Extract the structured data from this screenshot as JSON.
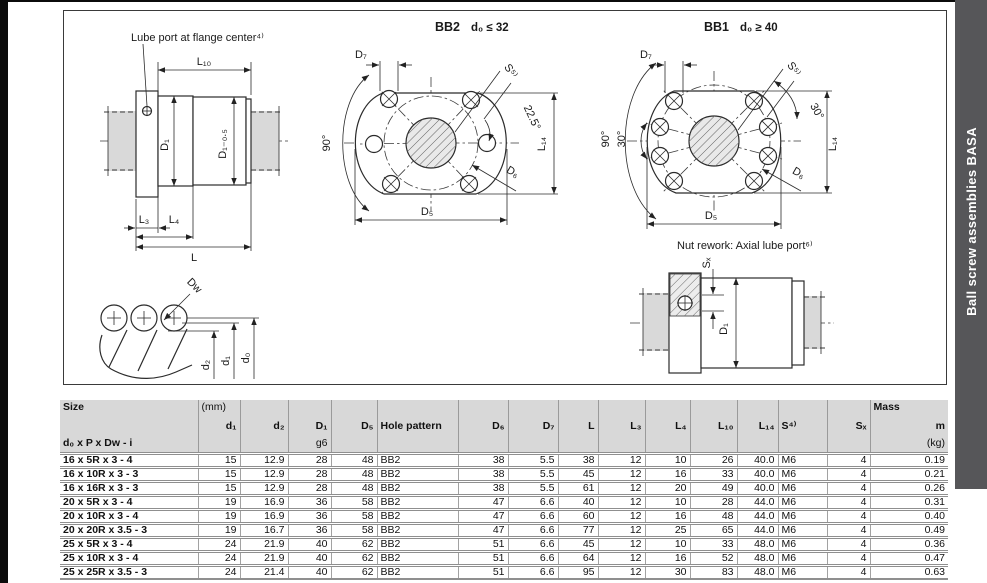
{
  "page": {
    "sidebar_label": "Ball screw assemblies BASA"
  },
  "colors": {
    "sidebar_bg": "#565659",
    "table_header_bg": "#d8d8d8",
    "shaft_fill": "#d9d9d9"
  },
  "drawings": {
    "side_view": {
      "callout": "Lube port at flange center⁴⁾",
      "l10": "L₁₀",
      "d1": "D₁",
      "d1_tol": "D₁₋₀.₅",
      "l3": "L₃",
      "l4": "L₄",
      "l": "L"
    },
    "bb2": {
      "title": "BB2",
      "condition": "d₀ ≤ 32",
      "d7": "D₇",
      "s": "S⁵⁾",
      "angle_225": "22.5°",
      "angle_90": "90°",
      "l14": "L₁₄",
      "d6": "D₆",
      "d5": "D₅"
    },
    "bb1": {
      "title": "BB1",
      "condition": "d₀ ≥ 40",
      "d7": "D₇",
      "s": "S⁵⁾",
      "angle_30_right": "30°",
      "angle_90": "90°",
      "angle_30_left": "30°",
      "l14": "L₁₄",
      "d6": "D₆",
      "d5": "D₅"
    },
    "nut_rework": {
      "caption": "Nut rework: Axial lube port⁶⁾",
      "sx": "Sₓ",
      "d1": "D₁"
    },
    "screw": {
      "dw": "Dw",
      "d2": "d₂",
      "d1": "d₁",
      "d0": "d₀"
    }
  },
  "table": {
    "header": {
      "size": "Size",
      "unit": "(mm)",
      "mass": "Mass",
      "size_sub": "d₀ x P x Dw - i",
      "d1_fit": "g6",
      "mass_unit": "(kg)",
      "columns": [
        "d₁",
        "d₂",
        "D₁",
        "D₅",
        "Hole pattern",
        "D₆",
        "D₇",
        "L",
        "L₃",
        "L₄",
        "L₁₀",
        "L₁₄",
        "S⁴⁾",
        "Sₓ",
        "m"
      ]
    },
    "rows": [
      [
        "16 x 5R x 3 - 4",
        "15",
        "12.9",
        "28",
        "48",
        "BB2",
        "38",
        "5.5",
        "38",
        "12",
        "10",
        "26",
        "40.0",
        "M6",
        "4",
        "0.19"
      ],
      [
        "16 x 10R x 3 - 3",
        "15",
        "12.9",
        "28",
        "48",
        "BB2",
        "38",
        "5.5",
        "45",
        "12",
        "16",
        "33",
        "40.0",
        "M6",
        "4",
        "0.21"
      ],
      [
        "16 x 16R x 3 - 3",
        "15",
        "12.9",
        "28",
        "48",
        "BB2",
        "38",
        "5.5",
        "61",
        "12",
        "20",
        "49",
        "40.0",
        "M6",
        "4",
        "0.26"
      ],
      [
        "20 x 5R x 3 - 4",
        "19",
        "16.9",
        "36",
        "58",
        "BB2",
        "47",
        "6.6",
        "40",
        "12",
        "10",
        "28",
        "44.0",
        "M6",
        "4",
        "0.31"
      ],
      [
        "20 x 10R x 3 - 4",
        "19",
        "16.9",
        "36",
        "58",
        "BB2",
        "47",
        "6.6",
        "60",
        "12",
        "16",
        "48",
        "44.0",
        "M6",
        "4",
        "0.40"
      ],
      [
        "20 x 20R x 3.5 - 3",
        "19",
        "16.7",
        "36",
        "58",
        "BB2",
        "47",
        "6.6",
        "77",
        "12",
        "25",
        "65",
        "44.0",
        "M6",
        "4",
        "0.49"
      ],
      [
        "25 x 5R x 3 - 4",
        "24",
        "21.9",
        "40",
        "62",
        "BB2",
        "51",
        "6.6",
        "45",
        "12",
        "10",
        "33",
        "48.0",
        "M6",
        "4",
        "0.36"
      ],
      [
        "25 x 10R x 3 - 4",
        "24",
        "21.9",
        "40",
        "62",
        "BB2",
        "51",
        "6.6",
        "64",
        "12",
        "16",
        "52",
        "48.0",
        "M6",
        "4",
        "0.47"
      ],
      [
        "25 x 25R x 3.5 - 3",
        "24",
        "21.4",
        "40",
        "62",
        "BB2",
        "51",
        "6.6",
        "95",
        "12",
        "30",
        "83",
        "48.0",
        "M6",
        "4",
        "0.63"
      ]
    ]
  }
}
